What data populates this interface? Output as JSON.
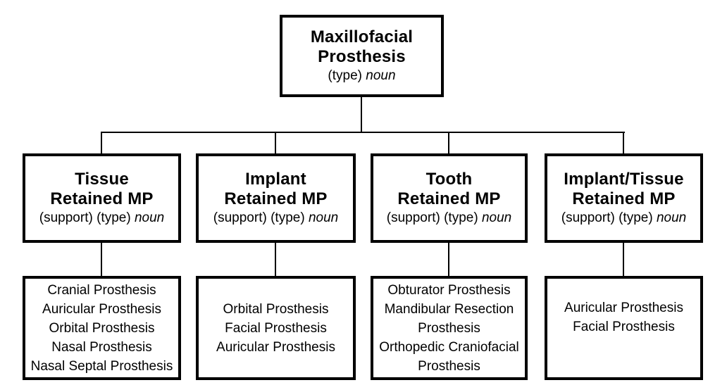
{
  "colors": {
    "ink": "#000000",
    "paper": "#ffffff"
  },
  "root": {
    "title_lines": [
      "Maxillofacial",
      "Prosthesis"
    ],
    "subtitle_prefix": "(type)",
    "subtitle_italic": "noun"
  },
  "branches": [
    {
      "title_lines": [
        "Tissue",
        "Retained MP"
      ],
      "subtitle_prefix": "(support) (type)",
      "subtitle_italic": "noun",
      "items": [
        "Cranial Prosthesis",
        "Auricular Prosthesis",
        "Orbital Prosthesis",
        "Nasal Prosthesis",
        "Nasal Septal Prosthesis"
      ]
    },
    {
      "title_lines": [
        "Implant",
        "Retained MP"
      ],
      "subtitle_prefix": "(support) (type)",
      "subtitle_italic": "noun",
      "items": [
        "Orbital Prosthesis",
        "Facial Prosthesis",
        "Auricular Prosthesis"
      ]
    },
    {
      "title_lines": [
        "Tooth",
        "Retained MP"
      ],
      "subtitle_prefix": "(support) (type)",
      "subtitle_italic": "noun",
      "items": [
        "Obturator Prosthesis",
        "Mandibular Resection Prosthesis",
        "Orthopedic Craniofacial Prosthesis"
      ]
    },
    {
      "title_lines": [
        "Implant/Tissue",
        "Retained MP"
      ],
      "subtitle_prefix": "(support) (type)",
      "subtitle_italic": "noun",
      "items": [
        "Auricular Prosthesis",
        "Facial Prosthesis"
      ]
    }
  ]
}
